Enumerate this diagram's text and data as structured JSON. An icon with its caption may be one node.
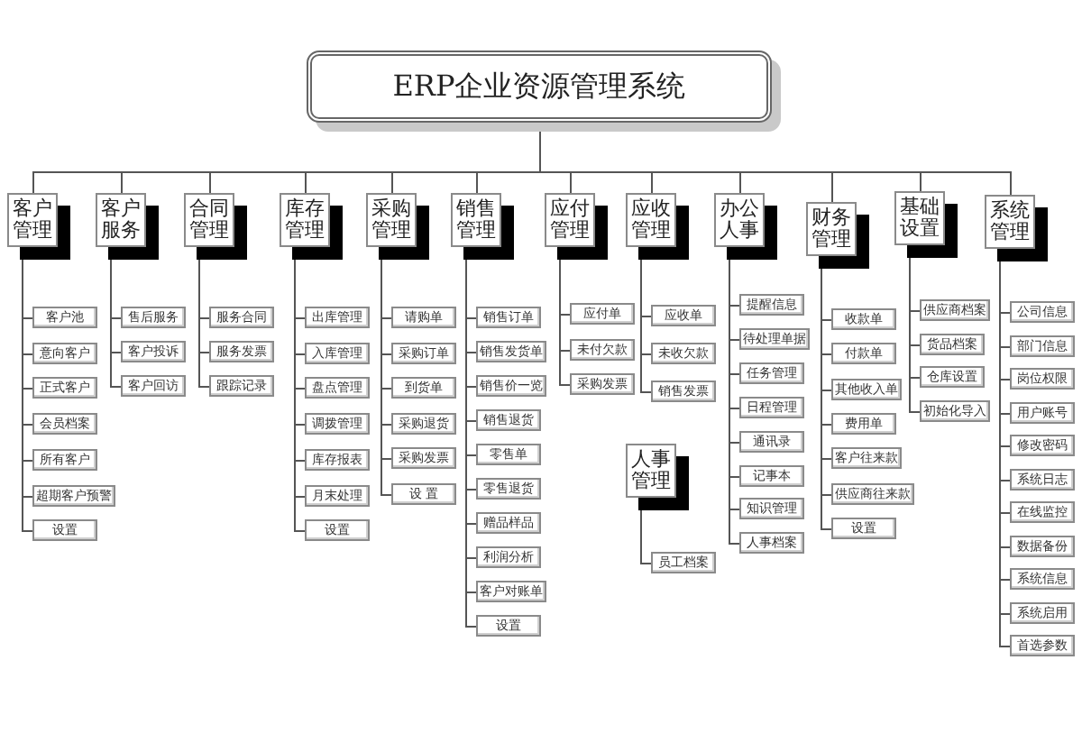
{
  "diagram": {
    "nodes": [
      {
        "text": [
          "ERP企业资源管理系统"
        ]
      },
      {
        "text": [
          "客户管理"
        ]
      },
      {
        "text": [
          "客户池"
        ]
      },
      {
        "text": [
          "意向客户"
        ]
      },
      {
        "text": [
          "正式客户"
        ]
      },
      {
        "text": [
          "会员档案"
        ]
      },
      {
        "text": [
          "所有客户"
        ]
      },
      {
        "text": [
          "超期客户预警"
        ]
      },
      {
        "text": [
          "设置"
        ]
      },
      {
        "text": [
          "客户服务"
        ]
      },
      {
        "text": [
          "售后服务"
        ]
      },
      {
        "text": [
          "客户投诉"
        ]
      },
      {
        "text": [
          "客户回访"
        ]
      },
      {
        "text": [
          "合同管理"
        ]
      },
      {
        "text": [
          "服务合同"
        ]
      },
      {
        "text": [
          "服务发票"
        ]
      },
      {
        "text": [
          "跟踪记录"
        ]
      },
      {
        "text": [
          "库存管理"
        ]
      },
      {
        "text": [
          "出库管理"
        ]
      },
      {
        "text": [
          "入库管理"
        ]
      },
      {
        "text": [
          "盘点管理"
        ]
      },
      {
        "text": [
          "调拨管理"
        ]
      },
      {
        "text": [
          "库存报表"
        ]
      },
      {
        "text": [
          "月末处理"
        ]
      },
      {
        "text": [
          "设置"
        ]
      },
      {
        "text": [
          "采购管理"
        ]
      },
      {
        "text": [
          "请购单"
        ]
      },
      {
        "text": [
          "采购订单"
        ]
      },
      {
        "text": [
          "到货单"
        ]
      },
      {
        "text": [
          "采购退货"
        ]
      },
      {
        "text": [
          "采购发票"
        ]
      },
      {
        "text": [
          "设 置"
        ]
      },
      {
        "text": [
          "销售管理"
        ]
      },
      {
        "text": [
          "销售订单"
        ]
      },
      {
        "text": [
          "销售发货单"
        ]
      },
      {
        "text": [
          "销售价一览"
        ]
      },
      {
        "text": [
          "销售退货"
        ]
      },
      {
        "text": [
          "零售单"
        ]
      },
      {
        "text": [
          "零售退货"
        ]
      },
      {
        "text": [
          "赠品样品"
        ]
      },
      {
        "text": [
          "利润分析"
        ]
      },
      {
        "text": [
          "客户对账单"
        ]
      },
      {
        "text": [
          "设置"
        ]
      },
      {
        "text": [
          "应付管理"
        ]
      },
      {
        "text": [
          "应付单"
        ]
      },
      {
        "text": [
          "未付欠款"
        ]
      },
      {
        "text": [
          "采购发票"
        ]
      },
      {
        "text": [
          "应收管理"
        ]
      },
      {
        "text": [
          "应收单"
        ]
      },
      {
        "text": [
          "未收欠款"
        ]
      },
      {
        "text": [
          "销售发票"
        ]
      },
      {
        "text": [
          "人事管理"
        ]
      },
      {
        "text": [
          "员工档案"
        ]
      },
      {
        "text": [
          "办公人事"
        ]
      },
      {
        "text": [
          "提醒信息"
        ]
      },
      {
        "text": [
          "待处理单据"
        ]
      },
      {
        "text": [
          "任务管理"
        ]
      },
      {
        "text": [
          "日程管理"
        ]
      },
      {
        "text": [
          "通讯录"
        ]
      },
      {
        "text": [
          "记事本"
        ]
      },
      {
        "text": [
          "知识管理"
        ]
      },
      {
        "text": [
          "人事档案"
        ]
      },
      {
        "text": [
          "财务管理"
        ]
      },
      {
        "text": [
          "收款单"
        ]
      },
      {
        "text": [
          "付款单"
        ]
      },
      {
        "text": [
          "其他收入单"
        ]
      },
      {
        "text": [
          "费用单"
        ]
      },
      {
        "text": [
          "客户往来款"
        ]
      },
      {
        "text": [
          "供应商往来款"
        ]
      },
      {
        "text": [
          "设置"
        ]
      },
      {
        "text": [
          "基础设置"
        ]
      },
      {
        "text": [
          "供应商档案"
        ]
      },
      {
        "text": [
          "货品档案"
        ]
      },
      {
        "text": [
          "仓库设置"
        ]
      },
      {
        "text": [
          "初始化导入"
        ]
      },
      {
        "text": [
          "系统管理"
        ]
      },
      {
        "text": [
          "公司信息"
        ]
      },
      {
        "text": [
          "部门信息"
        ]
      },
      {
        "text": [
          "岗位权限"
        ]
      },
      {
        "text": [
          "用户账号"
        ]
      },
      {
        "text": [
          "修改密码"
        ]
      },
      {
        "text": [
          "系统日志"
        ]
      },
      {
        "text": [
          "在线监控"
        ]
      },
      {
        "text": [
          "数据备份"
        ]
      },
      {
        "text": [
          "系统信息"
        ]
      },
      {
        "text": [
          "系统启用"
        ]
      },
      {
        "text": [
          "首选参数"
        ]
      }
    ],
    "edges": [
      {
        "from": 0,
        "to": 1,
        "arrow": "none"
      },
      {
        "from": 0,
        "to": 9,
        "arrow": "none"
      },
      {
        "from": 0,
        "to": 13,
        "arrow": "none"
      },
      {
        "from": 0,
        "to": 17,
        "arrow": "none"
      },
      {
        "from": 0,
        "to": 25,
        "arrow": "none"
      },
      {
        "from": 0,
        "to": 32,
        "arrow": "none"
      },
      {
        "from": 0,
        "to": 43,
        "arrow": "none"
      },
      {
        "from": 0,
        "to": 47,
        "arrow": "none"
      },
      {
        "from": 0,
        "to": 53,
        "arrow": "none"
      },
      {
        "from": 0,
        "to": 62,
        "arrow": "none"
      },
      {
        "from": 0,
        "to": 70,
        "arrow": "none"
      },
      {
        "from": 0,
        "to": 75,
        "arrow": "none"
      },
      {
        "from": 1,
        "to": 2,
        "arrow": "none"
      },
      {
        "from": 1,
        "to": 3,
        "arrow": "none"
      },
      {
        "from": 1,
        "to": 4,
        "arrow": "none"
      },
      {
        "from": 1,
        "to": 5,
        "arrow": "none"
      },
      {
        "from": 1,
        "to": 6,
        "arrow": "none"
      },
      {
        "from": 1,
        "to": 7,
        "arrow": "none"
      },
      {
        "from": 1,
        "to": 8,
        "arrow": "none"
      },
      {
        "from": 9,
        "to": 10,
        "arrow": "none"
      },
      {
        "from": 9,
        "to": 11,
        "arrow": "none"
      },
      {
        "from": 9,
        "to": 12,
        "arrow": "none"
      },
      {
        "from": 13,
        "to": 14,
        "arrow": "none"
      },
      {
        "from": 13,
        "to": 15,
        "arrow": "none"
      },
      {
        "from": 13,
        "to": 16,
        "arrow": "none"
      },
      {
        "from": 17,
        "to": 18,
        "arrow": "none"
      },
      {
        "from": 17,
        "to": 19,
        "arrow": "none"
      },
      {
        "from": 17,
        "to": 20,
        "arrow": "none"
      },
      {
        "from": 17,
        "to": 21,
        "arrow": "none"
      },
      {
        "from": 17,
        "to": 22,
        "arrow": "none"
      },
      {
        "from": 17,
        "to": 23,
        "arrow": "none"
      },
      {
        "from": 17,
        "to": 24,
        "arrow": "none"
      },
      {
        "from": 25,
        "to": 26,
        "arrow": "none"
      },
      {
        "from": 25,
        "to": 27,
        "arrow": "none"
      },
      {
        "from": 25,
        "to": 28,
        "arrow": "none"
      },
      {
        "from": 25,
        "to": 29,
        "arrow": "none"
      },
      {
        "from": 25,
        "to": 30,
        "arrow": "none"
      },
      {
        "from": 25,
        "to": 31,
        "arrow": "none"
      },
      {
        "from": 32,
        "to": 33,
        "arrow": "none"
      },
      {
        "from": 32,
        "to": 34,
        "arrow": "none"
      },
      {
        "from": 32,
        "to": 35,
        "arrow": "none"
      },
      {
        "from": 32,
        "to": 36,
        "arrow": "none"
      },
      {
        "from": 32,
        "to": 37,
        "arrow": "none"
      },
      {
        "from": 32,
        "to": 38,
        "arrow": "none"
      },
      {
        "from": 32,
        "to": 39,
        "arrow": "none"
      },
      {
        "from": 32,
        "to": 40,
        "arrow": "none"
      },
      {
        "from": 32,
        "to": 41,
        "arrow": "none"
      },
      {
        "from": 32,
        "to": 42,
        "arrow": "none"
      },
      {
        "from": 43,
        "to": 44,
        "arrow": "none"
      },
      {
        "from": 43,
        "to": 45,
        "arrow": "none"
      },
      {
        "from": 43,
        "to": 46,
        "arrow": "none"
      },
      {
        "from": 47,
        "to": 48,
        "arrow": "none"
      },
      {
        "from": 47,
        "to": 49,
        "arrow": "none"
      },
      {
        "from": 47,
        "to": 50,
        "arrow": "none"
      },
      {
        "from": 51,
        "to": 52,
        "arrow": "none"
      },
      {
        "from": 53,
        "to": 54,
        "arrow": "none"
      },
      {
        "from": 53,
        "to": 55,
        "arrow": "none"
      },
      {
        "from": 53,
        "to": 56,
        "arrow": "none"
      },
      {
        "from": 53,
        "to": 57,
        "arrow": "none"
      },
      {
        "from": 53,
        "to": 58,
        "arrow": "none"
      },
      {
        "from": 53,
        "to": 59,
        "arrow": "none"
      },
      {
        "from": 53,
        "to": 60,
        "arrow": "none"
      },
      {
        "from": 53,
        "to": 61,
        "arrow": "none"
      },
      {
        "from": 62,
        "to": 63,
        "arrow": "none"
      },
      {
        "from": 62,
        "to": 64,
        "arrow": "none"
      },
      {
        "from": 62,
        "to": 65,
        "arrow": "none"
      },
      {
        "from": 62,
        "to": 66,
        "arrow": "none"
      },
      {
        "from": 62,
        "to": 67,
        "arrow": "none"
      },
      {
        "from": 62,
        "to": 68,
        "arrow": "none"
      },
      {
        "from": 62,
        "to": 69,
        "arrow": "none"
      },
      {
        "from": 70,
        "to": 71,
        "arrow": "none"
      },
      {
        "from": 70,
        "to": 72,
        "arrow": "none"
      },
      {
        "from": 70,
        "to": 73,
        "arrow": "none"
      },
      {
        "from": 70,
        "to": 74,
        "arrow": "none"
      },
      {
        "from": 75,
        "to": 76,
        "arrow": "none"
      },
      {
        "from": 75,
        "to": 77,
        "arrow": "none"
      },
      {
        "from": 75,
        "to": 78,
        "arrow": "none"
      },
      {
        "from": 75,
        "to": 79,
        "arrow": "none"
      },
      {
        "from": 75,
        "to": 80,
        "arrow": "none"
      },
      {
        "from": 75,
        "to": 81,
        "arrow": "none"
      },
      {
        "from": 75,
        "to": 82,
        "arrow": "none"
      },
      {
        "from": 75,
        "to": 83,
        "arrow": "none"
      },
      {
        "from": 75,
        "to": 84,
        "arrow": "none"
      },
      {
        "from": 75,
        "to": 85,
        "arrow": "none"
      },
      {
        "from": 75,
        "to": 86,
        "arrow": "none"
      }
    ]
  }
}
